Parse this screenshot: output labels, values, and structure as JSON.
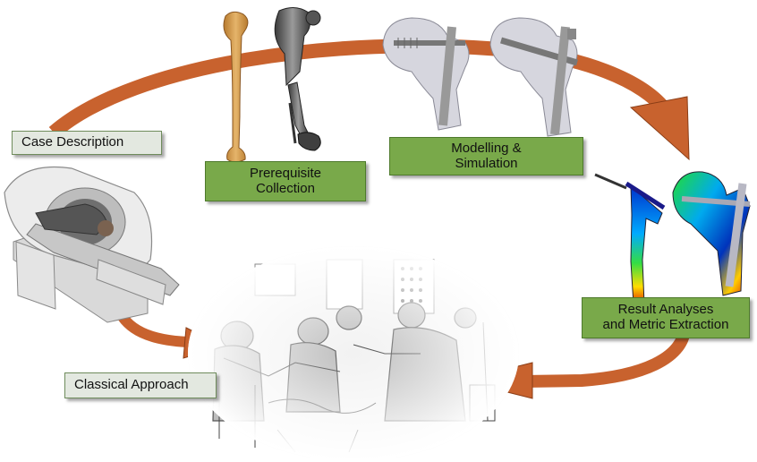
{
  "labels": {
    "case_description": "Case Description",
    "prerequisite_collection": [
      "Prerequisite",
      "Collection"
    ],
    "modelling_simulation": [
      "Modelling &",
      "Simulation"
    ],
    "result_analyses": [
      "Result Analyses",
      "and Metric Extraction"
    ],
    "classical_approach": "Classical Approach"
  },
  "colors": {
    "arrow": "#c8622e",
    "green_box": "#79a94a",
    "grey_box": "#e3e8e0",
    "bone": "#d9a65a",
    "implant_bone": "#d6d6de"
  }
}
